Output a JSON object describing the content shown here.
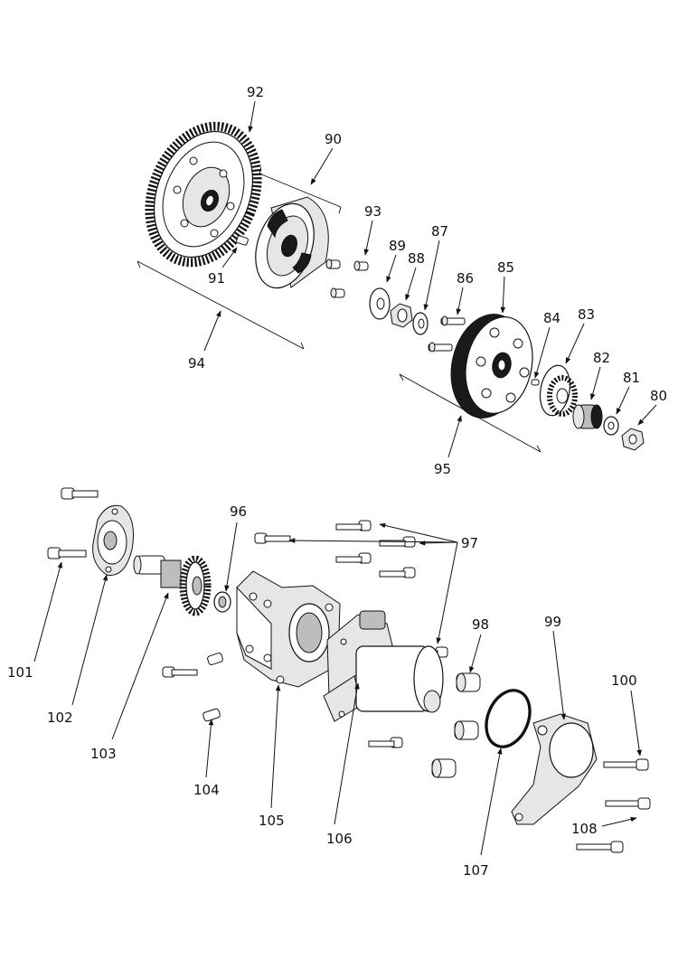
{
  "callouts": [
    {
      "id": "92",
      "label": "92"
    },
    {
      "id": "90",
      "label": "90"
    },
    {
      "id": "93",
      "label": "93"
    },
    {
      "id": "89",
      "label": "89"
    },
    {
      "id": "87",
      "label": "87"
    },
    {
      "id": "88",
      "label": "88"
    },
    {
      "id": "86",
      "label": "86"
    },
    {
      "id": "85",
      "label": "85"
    },
    {
      "id": "84",
      "label": "84"
    },
    {
      "id": "83",
      "label": "83"
    },
    {
      "id": "82",
      "label": "82"
    },
    {
      "id": "81",
      "label": "81"
    },
    {
      "id": "80",
      "label": "80"
    },
    {
      "id": "91",
      "label": "91"
    },
    {
      "id": "94",
      "label": "94"
    },
    {
      "id": "95",
      "label": "95"
    },
    {
      "id": "96",
      "label": "96"
    },
    {
      "id": "97",
      "label": "97"
    },
    {
      "id": "98",
      "label": "98"
    },
    {
      "id": "99",
      "label": "99"
    },
    {
      "id": "100",
      "label": "100"
    },
    {
      "id": "101",
      "label": "101"
    },
    {
      "id": "102",
      "label": "102"
    },
    {
      "id": "103",
      "label": "103"
    },
    {
      "id": "104",
      "label": "104"
    },
    {
      "id": "105",
      "label": "105"
    },
    {
      "id": "106",
      "label": "106"
    },
    {
      "id": "107",
      "label": "107"
    },
    {
      "id": "108",
      "label": "108"
    }
  ]
}
